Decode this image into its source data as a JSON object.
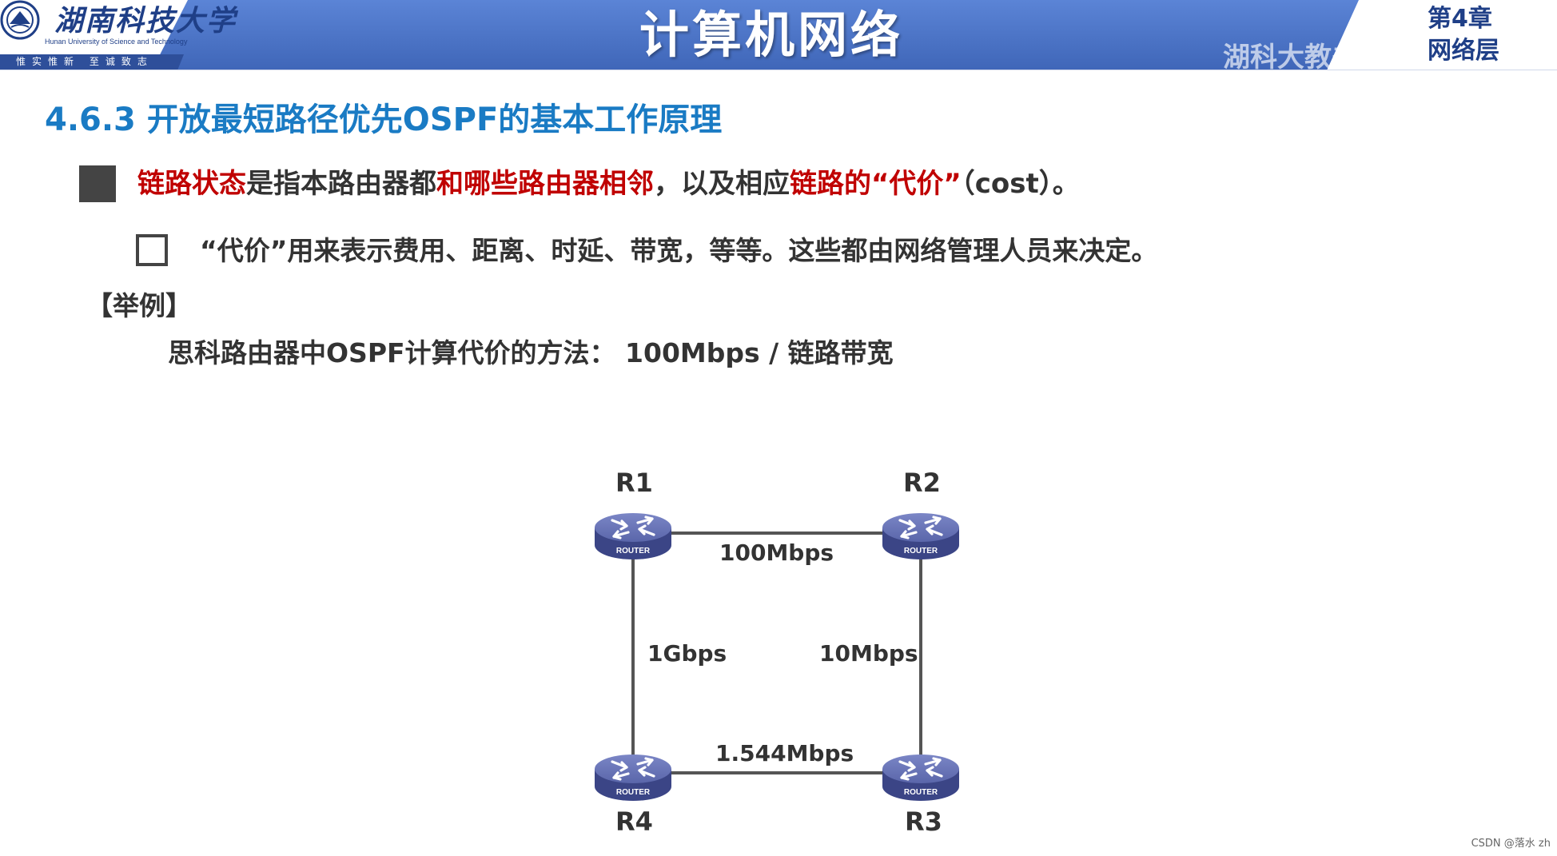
{
  "header": {
    "university_name": "湖南科技大学",
    "university_name_en": "Hunan University of Science and Technology",
    "motto": "惟实惟新 至诚致志",
    "course_title": "计算机网络",
    "chapter_number": "第4章",
    "chapter_name": "网络层",
    "watermark": "湖科大教书匠"
  },
  "slide": {
    "section_title": "4.6.3 开放最短路径优先OSPF的基本工作原理",
    "line1": {
      "part1": "链路状态",
      "part2": "是指本路由器都",
      "part3": "和哪些路由器相邻",
      "part4": "，以及相应",
      "part5": "链路的“代价”",
      "part6": "（cost）。"
    },
    "line2": "“代价”用来表示费用、距离、时延、带宽，等等。这些都由网络管理人员来决定。",
    "example_label": "【举例】",
    "example_text": "思科路由器中OSPF计算代价的方法： 100Mbps / 链路带宽"
  },
  "diagram": {
    "routers": [
      {
        "name": "R1",
        "icon_text": "ROUTER"
      },
      {
        "name": "R2",
        "icon_text": "ROUTER"
      },
      {
        "name": "R3",
        "icon_text": "ROUTER"
      },
      {
        "name": "R4",
        "icon_text": "ROUTER"
      }
    ],
    "links": [
      {
        "from": "R1",
        "to": "R2",
        "bandwidth": "100Mbps"
      },
      {
        "from": "R1",
        "to": "R4",
        "bandwidth": "1Gbps"
      },
      {
        "from": "R2",
        "to": "R3",
        "bandwidth": "10Mbps"
      },
      {
        "from": "R4",
        "to": "R3",
        "bandwidth": "1.544Mbps"
      }
    ]
  },
  "footer": {
    "credit": "CSDN @落水 zh"
  },
  "colors": {
    "header_blue": "#4a72c4",
    "title_blue": "#1a7bc4",
    "highlight_red": "#c00000",
    "router_blue": "#4d5a9e"
  }
}
